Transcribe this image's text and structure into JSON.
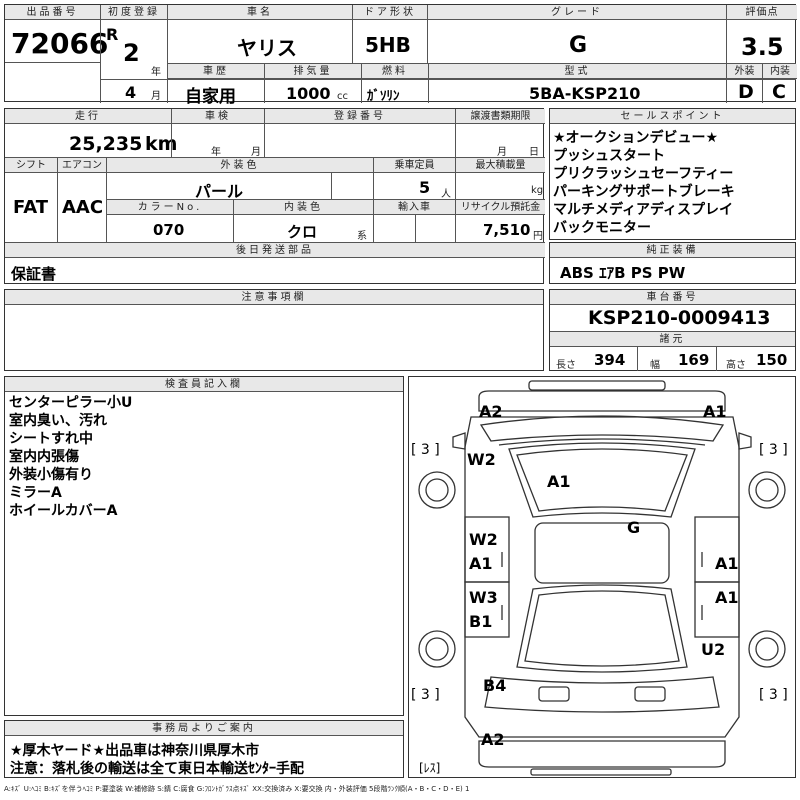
{
  "header": {
    "lot_label": "出品番号",
    "lot": "72066",
    "first_reg_label": "初度登録",
    "era": "R",
    "year_num": "2",
    "year_unit": "年",
    "month_num": "4",
    "month_unit": "月",
    "car_name_label": "車名",
    "car_name": "ヤリス",
    "door_label": "ドア形状",
    "door": "5HB",
    "grade_label": "グレード",
    "grade": "G",
    "score_label": "評価点",
    "score": "3.5",
    "history_label": "車歴",
    "history": "自家用",
    "displacement_label": "排気量",
    "displacement": "1000",
    "displacement_unit": "cc",
    "fuel_label": "燃料",
    "fuel": "ｶﾞｿﾘﾝ",
    "model_label": "型式",
    "model": "5BA-KSP210",
    "ext_label": "外装",
    "ext": "D",
    "int_label": "内装",
    "int": "C"
  },
  "specs": {
    "mileage_label": "走行",
    "mileage": "25,235",
    "mileage_unit": "km",
    "inspection_label": "車検",
    "ins_year": "年",
    "ins_month": "月",
    "reg_no_label": "登録番号",
    "transfer_label": "譲渡書類期限",
    "tr_month": "月",
    "tr_day": "日",
    "shift_label": "シフト",
    "shift": "FAT",
    "ac_label": "エアコン",
    "ac": "AAC",
    "ext_color_label": "外装色",
    "ext_color": "パール",
    "capacity_label": "乗車定員",
    "capacity": "5",
    "capacity_unit": "人",
    "maxload_label": "最大積載量",
    "maxload_unit": "kg",
    "color_no_label": "カラーNo.",
    "color_no": "070",
    "int_color_label": "内装色",
    "int_color": "クロ",
    "int_color_unit": "系",
    "import_label": "輸入車",
    "recycle_label": "リサイクル預託金",
    "recycle": "7,510",
    "recycle_unit": "円",
    "later_label": "後日発送部品",
    "later": "保証書"
  },
  "sales": {
    "label": "セールスポイント",
    "items": [
      "★オークションデビュー★",
      "プッシュスタート",
      "プリクラッシュセーフティー",
      "パーキングサポートブレーキ",
      "マルチメディアディスプレイ",
      "バックモニター"
    ]
  },
  "equipment": {
    "label": "純正装備",
    "value": "ABS ｴｱB PS PW"
  },
  "caution": {
    "label": "注意事項欄"
  },
  "chassis": {
    "label": "車台番号",
    "value": "KSP210-0009413",
    "dims_label": "諸元",
    "len_label": "長さ",
    "len": "394",
    "wid_label": "幅",
    "wid": "169",
    "hgt_label": "高さ",
    "hgt": "150"
  },
  "inspector": {
    "label": "検査員記入欄",
    "items": [
      "センターピラー小U",
      "室内臭い、汚れ",
      "シートすれ中",
      "室内内張傷",
      "外装小傷有り",
      "ミラーA",
      "ホイールカバーA"
    ]
  },
  "office": {
    "label": "事務局よりご案内",
    "lines": [
      "★厚木ヤード★出品車は神奈川県厚木市",
      "注意：落札後の輸送は全て東日本輸送ｾﾝﾀｰ手配"
    ]
  },
  "diagram": {
    "marks": {
      "a2_top": "A2",
      "a1_top": "A1",
      "w2_left": "W2",
      "a1_roof": "A1",
      "g": "G",
      "w2_l2": "W2",
      "a1_l2": "A1",
      "a1_r2": "A1",
      "w3": "W3",
      "a1_r3": "A1",
      "b1": "B1",
      "u2": "U2",
      "b4": "B4",
      "a2_bottom": "A2"
    },
    "tyres": {
      "fl": "[ 3 ]",
      "fr": "[ 3 ]",
      "rl": "[ 3 ]",
      "rr": "[ 3 ]"
    },
    "spare": "[ﾚｽ]"
  },
  "legend": "A:ｷｽﾞ U:ﾍｺﾐ B:ｷｽﾞを伴うﾍｺﾐ P:要塗装 W:補修跡 S:錆 C:腐食 G:ﾌﾛﾝﾄｶﾞﾗｽ点ｷｽﾞ XX:交換済み X:要交換 内・外装評価 5段階ﾗﾝｸ順(A・B・C・D・E) 1"
}
